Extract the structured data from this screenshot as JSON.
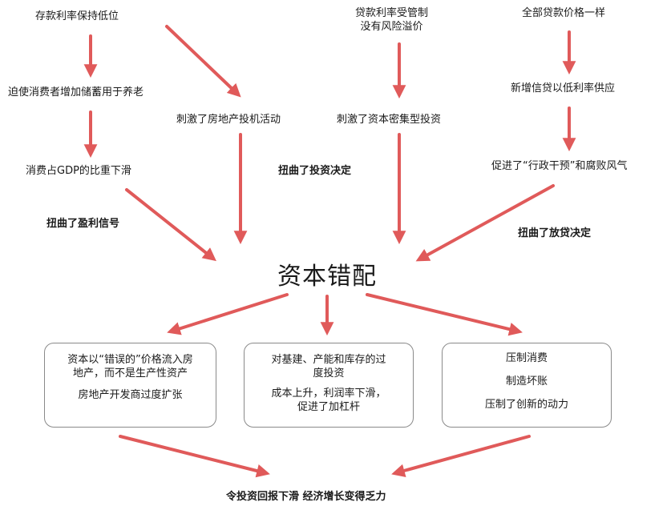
{
  "nodes": {
    "deposit_rate_low": "存款利率保持低位",
    "save_for_retirement": "迫使消费者增加储蓄用于养老",
    "consumption_share_down": "消费占GDP的比重下滑",
    "real_estate_speculation": "刺激了房地产投机活动",
    "loan_rate_controlled_1": "贷款利率受管制",
    "loan_rate_controlled_2": "没有风险溢价",
    "capital_intensive_investment": "刺激了资本密集型投资",
    "same_loan_price": "全部贷款价格一样",
    "low_rate_credit": "新增信贷以低利率供应",
    "admin_intervention": "促进了“行政干预”和腐败风气"
  },
  "labels": {
    "distorted_profit_signal": "扭曲了盈利信号",
    "distorted_investment": "扭曲了投资决定",
    "distorted_lending": "扭曲了放贷决定"
  },
  "center": "资本错配",
  "boxes": {
    "left": {
      "line1": "资本以“错误的”价格流入房",
      "line2": "地产，而不是生产性资产",
      "line3": "房地产开发商过度扩张"
    },
    "middle": {
      "line1": "对基建、产能和库存的过",
      "line2": "度投资",
      "line3": "成本上升，利润率下滑，",
      "line4": "促进了加杠杆"
    },
    "right": {
      "line1": "压制消费",
      "line2": "制造坏账",
      "line3": "压制了创新的动力"
    }
  },
  "conclusion": "令投资回报下滑 经济增长变得乏力",
  "colors": {
    "arrow": "#e05a5a",
    "box_border": "#8a8a8a",
    "text": "#1a1a1a"
  }
}
